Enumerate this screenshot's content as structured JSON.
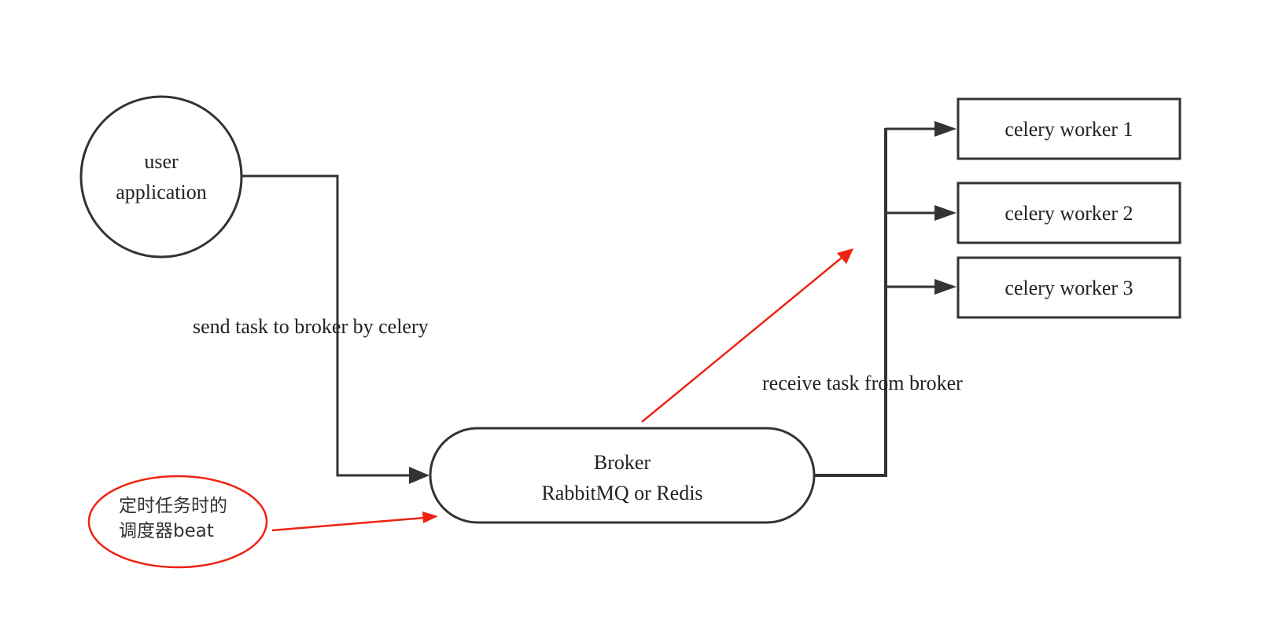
{
  "nodes": {
    "user_app": {
      "line1": "user",
      "line2": "application"
    },
    "broker": {
      "line1": "Broker",
      "line2": "RabbitMQ or Redis"
    },
    "workers": [
      "celery worker 1",
      "celery worker 2",
      "celery worker 3"
    ]
  },
  "edges": {
    "send_label": "send task to broker by celery",
    "receive_label": "receive task from broker"
  },
  "annotation": {
    "line1": "定时任务时的",
    "line2": "调度器beat"
  },
  "colors": {
    "stroke": "#333333",
    "annotation": "#ee2211"
  }
}
